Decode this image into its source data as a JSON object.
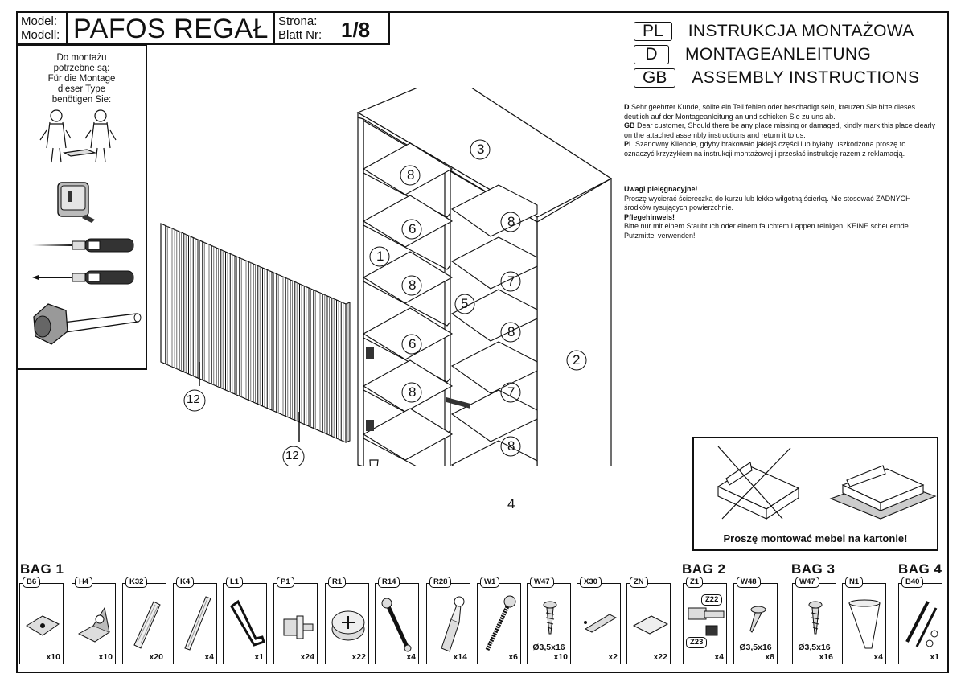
{
  "header": {
    "model_label_1": "Model:",
    "model_label_2": "Modell:",
    "product_name": "PAFOS REGAŁ",
    "page_label_1": "Strona:",
    "page_label_2": "Blatt Nr:",
    "page_number": "1/8"
  },
  "tools_box": {
    "lines": [
      "Do montażu",
      "potrzebne są:",
      "Für die Montage",
      "dieser Type",
      "benötigen Sie:"
    ]
  },
  "languages": [
    {
      "code": "PL",
      "title": "INSTRUKCJA MONTAŻOWA"
    },
    {
      "code": "D",
      "title": "MONTAGEANLEITUNG"
    },
    {
      "code": "GB",
      "title": "ASSEMBLY INSTRUCTIONS"
    }
  ],
  "notice": {
    "d_label": "D",
    "d_text": " Sehr geehrter Kunde, sollte ein Teil fehlen oder beschadigt sein, kreuzen Sie bitte dieses deutlich auf der Montageanleitung an und schicken Sie zu uns ab.",
    "gb_label": "GB",
    "gb_text": " Dear customer, Should there be any place missing or damaged, kindly mark this place clearly on the attached assembly instructions and return it to us.",
    "pl_label": "PL",
    "pl_text": " Szanowny Kliencie, gdyby brakowało jakiejś części lub byłaby uszkodzona proszę to oznaczyć krzyżykiem na instrukcji montażowej i przesłać instrukcję razem z reklamacją."
  },
  "care": {
    "pl_heading": "Uwagi pielęgnacyjne!",
    "pl_text": "Proszę wycierać ściereczką do kurzu lub lekko wilgotną ścierką. Nie stosować ŻADNYCH środków rysujących powierzchnie.",
    "de_heading": "Pflegehinweis!",
    "de_text": "Bitte nur mit einem Staubtuch oder einem fauchtem Lappen reinigen. KEINE scheuernde Putzmittel verwenden!"
  },
  "warning_box": {
    "text": "Proszę montować mebel na kartonie!"
  },
  "callouts": {
    "c1": "1",
    "c2": "2",
    "c3": "3",
    "c4": "4",
    "c5": "5",
    "c6a": "6",
    "c6b": "6",
    "c7a": "7",
    "c7b": "7",
    "c8a": "8",
    "c8b": "8",
    "c8c": "8",
    "c8d": "8",
    "c8e": "8",
    "c8f": "8",
    "c12a": "12",
    "c12b": "12"
  },
  "bags": [
    {
      "title": "BAG 1"
    },
    {
      "title": "BAG 2"
    },
    {
      "title": "BAG 3"
    },
    {
      "title": "BAG 4"
    }
  ],
  "parts": [
    {
      "code": "B6",
      "qty": "x10",
      "dim": "",
      "icon": "plate-connector-icon"
    },
    {
      "code": "H4",
      "qty": "x10",
      "dim": "",
      "icon": "angle-bracket-icon"
    },
    {
      "code": "K32",
      "qty": "x20",
      "dim": "",
      "icon": "wooden-dowel-icon"
    },
    {
      "code": "K4",
      "qty": "x4",
      "dim": "",
      "icon": "long-dowel-icon"
    },
    {
      "code": "L1",
      "qty": "x1",
      "dim": "",
      "icon": "allen-key-icon"
    },
    {
      "code": "P1",
      "qty": "x24",
      "dim": "",
      "icon": "shelf-pin-icon"
    },
    {
      "code": "R1",
      "qty": "x22",
      "dim": "",
      "icon": "cam-lock-icon"
    },
    {
      "code": "R14",
      "qty": "x4",
      "dim": "",
      "icon": "connector-bolt-icon"
    },
    {
      "code": "R28",
      "qty": "x14",
      "dim": "",
      "icon": "cam-bolt-icon"
    },
    {
      "code": "W1",
      "qty": "x6",
      "dim": "",
      "icon": "confirmat-screw-icon"
    },
    {
      "code": "W47",
      "qty": "x10",
      "dim": "Ø3,5x16",
      "icon": "wood-screw-icon"
    },
    {
      "code": "X30",
      "qty": "x2",
      "dim": "",
      "icon": "bumper-icon"
    },
    {
      "code": "ZN",
      "qty": "x22",
      "dim": "",
      "icon": "cover-cap-icon"
    },
    {
      "code": "Z1",
      "qty": "x4",
      "dim": "",
      "icon": "hinge-icon",
      "extra": [
        "Z22",
        "Z23"
      ]
    },
    {
      "code": "W48",
      "qty": "x8",
      "dim": "Ø3,5x16",
      "icon": "flat-screw-icon"
    },
    {
      "code": "W47",
      "qty": "x16",
      "dim": "Ø3,5x16",
      "icon": "wood-screw-icon"
    },
    {
      "code": "N1",
      "qty": "x4",
      "dim": "",
      "icon": "furniture-leg-icon"
    },
    {
      "code": "B40",
      "qty": "x1",
      "dim": "",
      "icon": "mounting-kit-icon"
    }
  ]
}
